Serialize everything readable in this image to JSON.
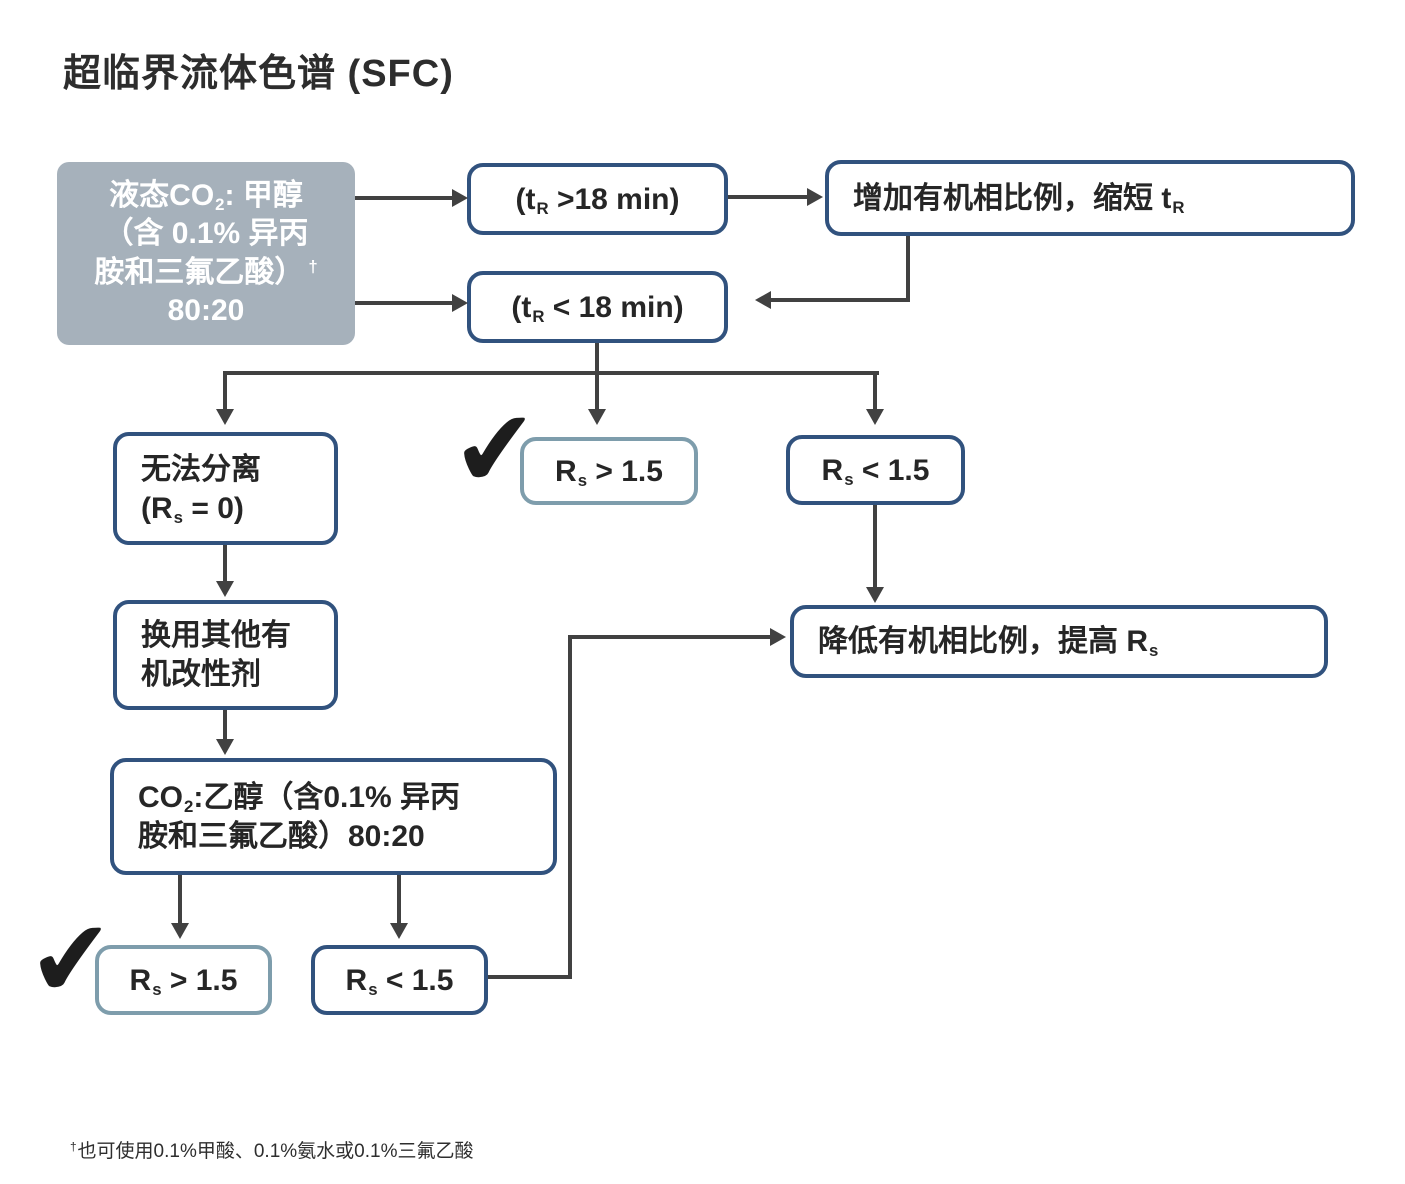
{
  "title": "超临界流体色谱 (SFC)",
  "colors": {
    "dark_border": "#31527e",
    "light_border": "#7e9dac",
    "gray_fill": "#a6b1bb",
    "arrow": "#414141",
    "text": "#262626"
  },
  "icons": {
    "check": "✔"
  },
  "nodes": {
    "start": {
      "l1a": "液态CO",
      "l1sub": "2",
      "l1b": ": 甲醇",
      "l2": "（含 0.1% 异丙",
      "l3": "胺和三氟乙酸）",
      "l3sup": "†",
      "l4": "80:20"
    },
    "tr_gt18": {
      "pre": "(t",
      "sub": "R",
      "post": " >18 min)"
    },
    "increase": {
      "pre": "增加有机相比例，缩短 t",
      "sub": "R"
    },
    "tr_lt18": {
      "pre": "(t",
      "sub": "R",
      "post": " < 18 min)"
    },
    "unable": {
      "l1": "无法分离",
      "l2pre": "(R",
      "l2sub": "s",
      "l2post": " = 0)"
    },
    "rs_gt15_mid": {
      "pre": "R",
      "sub": "s",
      "post": " > 1.5"
    },
    "rs_lt15_top": {
      "pre": "R",
      "sub": "s",
      "post": " < 1.5"
    },
    "switch_modifier": {
      "l1": "换用其他有",
      "l2": "机改性剂"
    },
    "decrease": {
      "pre": "降低有机相比例，提高 R",
      "sub": "s"
    },
    "co2_ethanol": {
      "l1a": "CO",
      "l1sub": "2",
      "l1b": ":乙醇（含0.1% 异丙",
      "l2": "胺和三氟乙酸）80:20"
    },
    "rs_gt15_bot": {
      "pre": "R",
      "sub": "s",
      "post": " > 1.5"
    },
    "rs_lt15_bot": {
      "pre": "R",
      "sub": "s",
      "post": " < 1.5"
    }
  },
  "footnote": {
    "sup": "†",
    "text": "也可使用0.1%甲酸、0.1%氨水或0.1%三氟乙酸"
  }
}
